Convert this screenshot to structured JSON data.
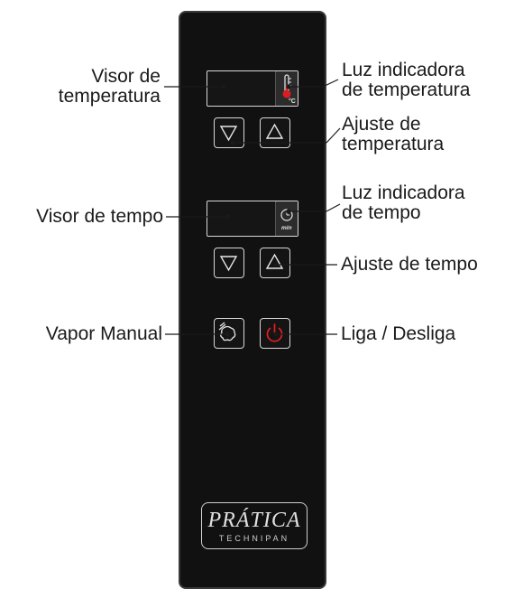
{
  "labels": {
    "visor_temperatura": "Visor de\ntemperatura",
    "luz_temperatura": "Luz indicadora\nde temperatura",
    "ajuste_temperatura": "Ajuste de\ntemperatura",
    "luz_tempo": "Luz indicadora\nde tempo",
    "visor_tempo": "Visor de tempo",
    "ajuste_tempo": "Ajuste de tempo",
    "vapor_manual": "Vapor Manual",
    "liga_desliga": "Liga / Desliga"
  },
  "indicators": {
    "temperature_unit": "°C",
    "time_unit": "min"
  },
  "logo": {
    "brand": "PRÁTICA",
    "subtitle": "TECHNIPAN"
  },
  "icons": {
    "down": "triangle-down-icon",
    "up": "triangle-up-icon",
    "thermometer": "thermometer-icon",
    "clock": "clock-icon",
    "steam": "steam-icon",
    "power": "power-icon"
  },
  "colors": {
    "panel": "#111111",
    "power_red": "#d81e24",
    "thermo_red": "#d81e24",
    "line": "#1a1a1a"
  }
}
